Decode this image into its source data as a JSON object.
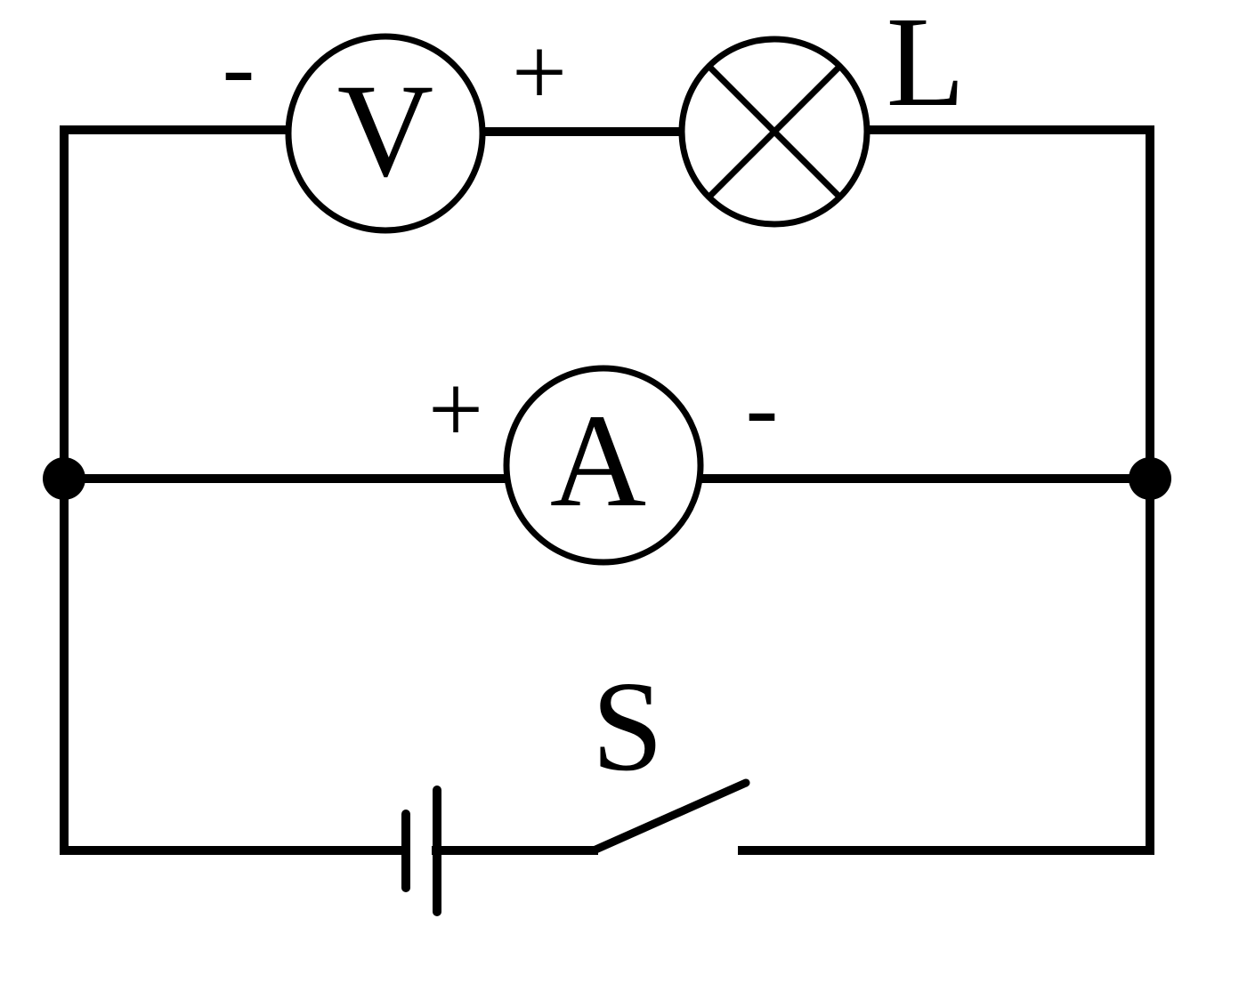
{
  "voltmeter": {
    "symbol": "V",
    "minus_terminal": "-",
    "plus_terminal": "+"
  },
  "lamp": {
    "label": "L"
  },
  "ammeter": {
    "symbol": "A",
    "plus_terminal": "+",
    "minus_terminal": "-"
  },
  "switch": {
    "label": "S",
    "state": "open"
  }
}
